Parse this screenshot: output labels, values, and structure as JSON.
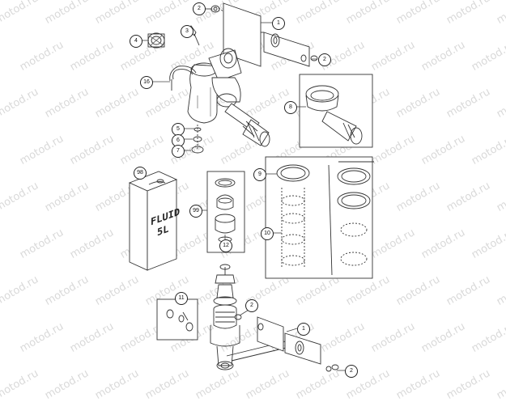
{
  "watermark": "motod.ru",
  "callouts": {
    "c1_top": "1",
    "c1_bottom": "1",
    "c2_top_left": "2",
    "c2_top_right": "2",
    "c2_bottom_mid": "2",
    "c2_bottom_right": "2",
    "c3": "3",
    "c4": "4",
    "c5": "5",
    "c6": "6",
    "c7": "7",
    "c8": "8",
    "c9": "9",
    "c10": "10",
    "c11": "11",
    "c12": "12",
    "c16": "16",
    "c98": "98",
    "c99": "99"
  },
  "fluid_can": {
    "line1": "FLUID",
    "line2": "5L"
  }
}
